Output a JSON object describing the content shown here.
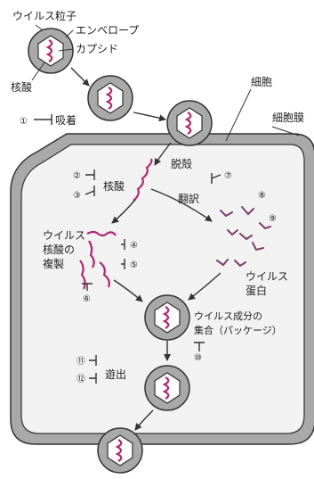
{
  "labels": {
    "virus_particle": "ウイルス粒子",
    "envelope": "エンベロープ",
    "capsid": "カプシド",
    "nucleic_acid_top": "核酸",
    "adsorption": "吸着",
    "cell": "細胞",
    "cell_membrane": "細胞膜",
    "uncoating": "脱殻",
    "nucleic_acid_mid": "核酸",
    "translation": "翻訳",
    "replication_1": "ウイルス",
    "replication_2": "核酸の",
    "replication_3": "複製",
    "viral_protein_1": "ウイルス",
    "viral_protein_2": "蛋白",
    "assembly_1": "ウイルス成分の",
    "assembly_2": "集合（パッケージ）",
    "release": "遊出"
  },
  "steps": [
    "①",
    "②",
    "③",
    "④",
    "⑤",
    "⑥",
    "⑦",
    "⑧",
    "⑨",
    "⑩",
    "⑪",
    "⑫"
  ],
  "colors": {
    "membrane_fill": "#a9a9a9",
    "cytoplasm": "#f2f2f2",
    "nucleic_acid": "#b0286e",
    "outline": "#333333"
  }
}
